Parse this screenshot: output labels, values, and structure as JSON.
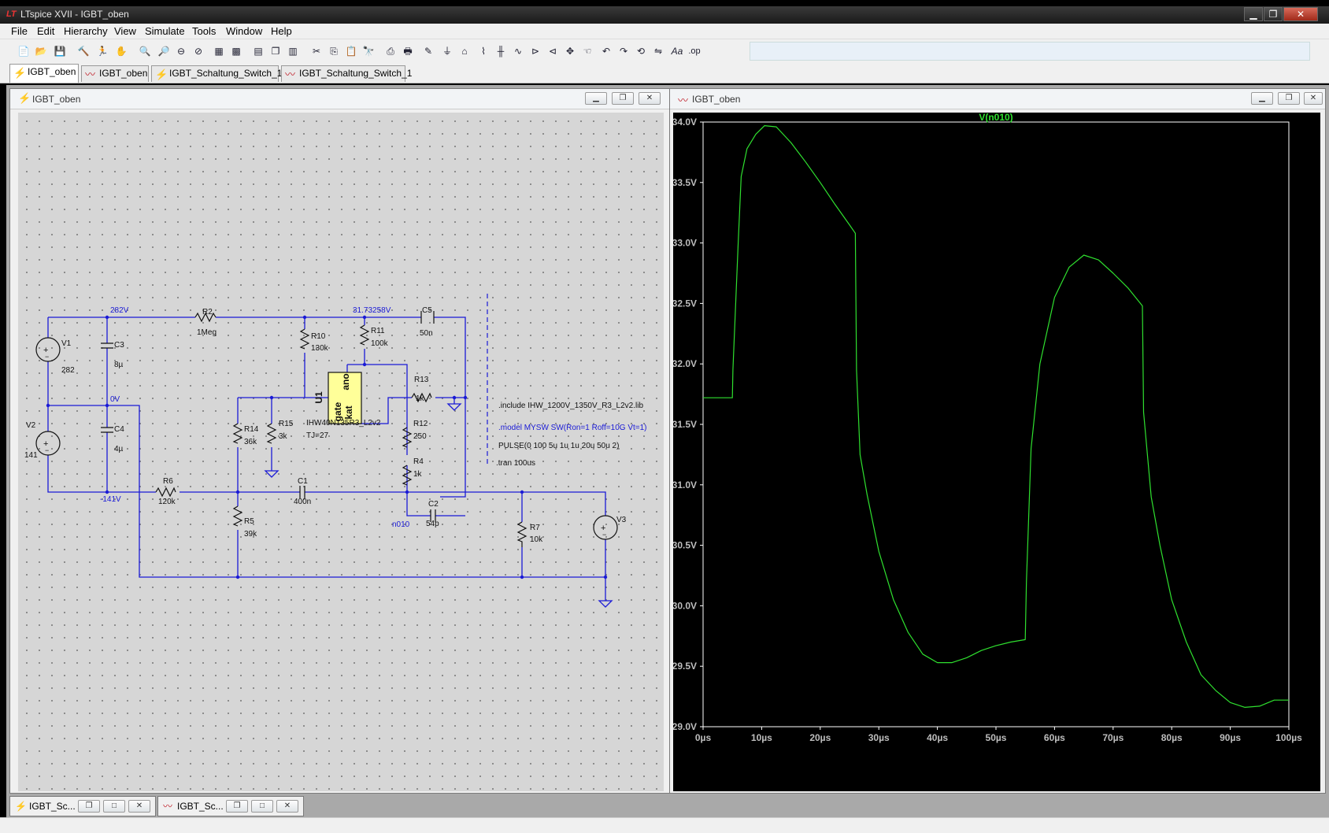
{
  "window": {
    "title": "LTspice XVII - IGBT_oben",
    "app_icon": "LT",
    "controls": {
      "minimize": "▁",
      "maximize": "❐",
      "close": "✕"
    }
  },
  "menu": [
    "File",
    "Edit",
    "Hierarchy",
    "View",
    "Simulate",
    "Tools",
    "Window",
    "Help"
  ],
  "toolbar": {
    "icons": [
      "new-schematic-icon",
      "open-icon",
      "save-icon",
      "control-panel-icon",
      "run-icon",
      "halt-icon",
      "zoom-in-icon",
      "zoom-area-icon",
      "zoom-out-icon",
      "zoom-cancel-icon",
      "autorange-icon",
      "grid-icon",
      "tile-horizontal-icon",
      "cascade-icon",
      "tile-vertical-icon",
      "cut-icon",
      "copy-icon",
      "paste-icon",
      "find-icon",
      "print-setup-icon",
      "print-icon",
      "wire-icon",
      "ground-icon",
      "label-net-icon",
      "resistor-icon",
      "capacitor-icon",
      "inductor-icon",
      "diode-icon",
      "component-icon",
      "move-icon",
      "drag-icon",
      "undo-icon",
      "redo-icon",
      "rotate-icon",
      "mirror-icon",
      "text-icon",
      "spice-directive-icon"
    ],
    "text_label": "Aa",
    "op_label": ".op"
  },
  "tabs": [
    {
      "label": "IGBT_oben",
      "kind": "schematic",
      "active": true
    },
    {
      "label": "IGBT_oben",
      "kind": "plot",
      "active": false
    },
    {
      "label": "IGBT_Schaltung_Switch_1",
      "kind": "schematic",
      "active": false
    },
    {
      "label": "IGBT_Schaltung_Switch_1",
      "kind": "plot",
      "active": false
    }
  ],
  "schematic_window": {
    "title": "IGBT_oben",
    "labels": {
      "net_282": "282V",
      "net_31": "31.73258V",
      "net_0": "0V",
      "net_m141": "-141V",
      "net_n010": "n010",
      "V1": "V1",
      "V1_val": "282",
      "V2": "V2",
      "V2_val": "141",
      "V3": "V3",
      "C3": "C3",
      "C3_val": "8µ",
      "C4": "C4",
      "C4_val": "4µ",
      "R2": "R2",
      "R2_val": "1Meg",
      "R10": "R10",
      "R10_val": "130k",
      "R11": "R11",
      "R11_val": "100k",
      "C5": "C5",
      "C5_val": "50n",
      "R13": "R13",
      "R13_val": "1k",
      "R14": "R14",
      "R14_val": "36k",
      "R15": "R15",
      "R15_val": "3k",
      "R12": "R12",
      "R12_val": "250",
      "R4": "R4",
      "R4_val": "1k",
      "R6": "R6",
      "R6_val": "120k",
      "C1": "C1",
      "C1_val": "400n",
      "R5": "R5",
      "R5_val": "39k",
      "C2": "C2",
      "C2_val": "54p",
      "R7": "R7",
      "R7_val": "10k",
      "U1": "U1",
      "U1_model": "IHW40N135R3_L2v2",
      "U1_tj": "TJ=27",
      "pin_gate": "gate",
      "pin_kat": "kat",
      "pin_ano": "ano"
    },
    "directives": [
      ".include IHW_1200V_1350V_R3_L2v2.lib",
      ".model MYSW SW(Ron=1 Roff=10G Vt=1)",
      "PULSE(0 100 5u 1u 1u 20u 50u 2)",
      ".tran 100us"
    ]
  },
  "plot_window": {
    "title": "IGBT_oben"
  },
  "chart_data": {
    "type": "line",
    "title": "V(n010)",
    "xlabel": "",
    "ylabel": "",
    "xlim": [
      0,
      100
    ],
    "ylim": [
      29.0,
      34.0
    ],
    "x_ticks": [
      "0µs",
      "10µs",
      "20µs",
      "30µs",
      "40µs",
      "50µs",
      "60µs",
      "70µs",
      "80µs",
      "90µs",
      "100µs"
    ],
    "y_ticks": [
      "34.0V",
      "33.5V",
      "33.0V",
      "32.5V",
      "32.0V",
      "31.5V",
      "31.0V",
      "30.5V",
      "30.0V",
      "29.5V",
      "29.0V"
    ],
    "grid": false,
    "colors": {
      "trace": "#2fe02f",
      "background": "#000000",
      "axis": "#ffffff"
    },
    "series": [
      {
        "name": "V(n010)",
        "x": [
          0,
          2.5,
          5.0,
          5.1,
          6.0,
          6.5,
          7.5,
          9,
          10.5,
          12.5,
          15,
          17.5,
          20,
          22.5,
          25,
          26.0,
          26.2,
          26.8,
          28,
          30,
          32.5,
          35,
          37.5,
          40,
          42.5,
          45,
          47.5,
          50,
          52.5,
          55.0,
          55.2,
          56.0,
          57.5,
          60,
          62.5,
          65,
          67.5,
          70,
          72.5,
          75.0,
          75.2,
          76.5,
          78,
          80,
          82.5,
          85,
          87.5,
          90,
          92.5,
          95,
          97.5,
          100
        ],
        "y": [
          31.72,
          31.72,
          31.72,
          31.95,
          33.0,
          33.55,
          33.78,
          33.9,
          33.97,
          33.96,
          33.83,
          33.67,
          33.5,
          33.32,
          33.15,
          33.08,
          31.95,
          31.25,
          30.92,
          30.45,
          30.05,
          29.78,
          29.6,
          29.53,
          29.53,
          29.57,
          29.63,
          29.67,
          29.7,
          29.72,
          30.2,
          31.3,
          32.0,
          32.55,
          32.8,
          32.9,
          32.86,
          32.75,
          32.63,
          32.48,
          31.6,
          30.9,
          30.5,
          30.05,
          29.7,
          29.43,
          29.3,
          29.2,
          29.16,
          29.17,
          29.22,
          29.22
        ]
      }
    ]
  },
  "bottom_windows": [
    {
      "label": "IGBT_Sc...",
      "kind": "schematic"
    },
    {
      "label": "IGBT_Sc...",
      "kind": "plot"
    }
  ]
}
